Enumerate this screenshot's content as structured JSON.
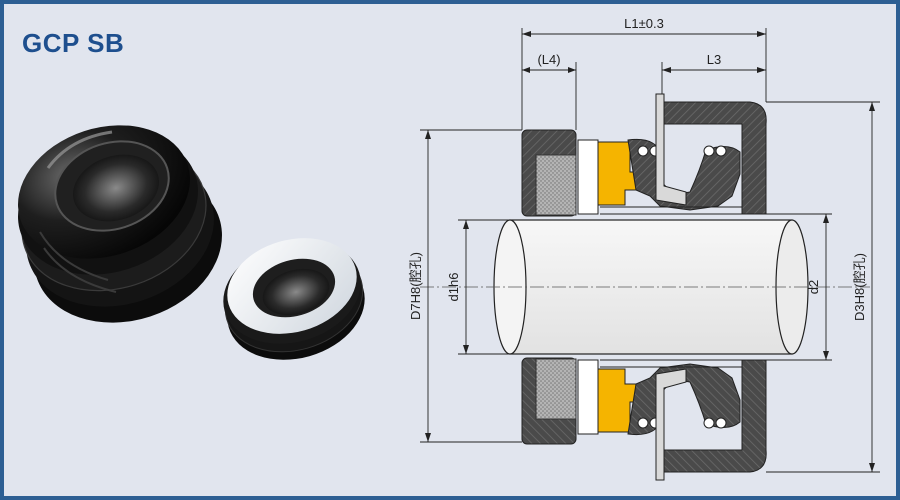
{
  "product": {
    "title": "GCP SB"
  },
  "dimensions": {
    "L1": "L1±0.3",
    "L4": "(L4)",
    "L3": "L3",
    "D7": "D7H8(腔孔)",
    "d1": "d1h6",
    "d2": "d2",
    "D3": "D3H8(腔孔)"
  },
  "colors": {
    "frame": "#2d5f93",
    "background": "#e1e5ee",
    "title": "#1e4f8e",
    "rubber": "#4a4a4a",
    "carbon_ring": "#a9a9a9",
    "drive_insert": "#f5b400",
    "metal": "#d9d9d9"
  },
  "icons": {
    "rubber_bellows_photo": "rubber-bellows-seal-icon",
    "ceramic_seat_photo": "ceramic-seat-ring-icon"
  }
}
